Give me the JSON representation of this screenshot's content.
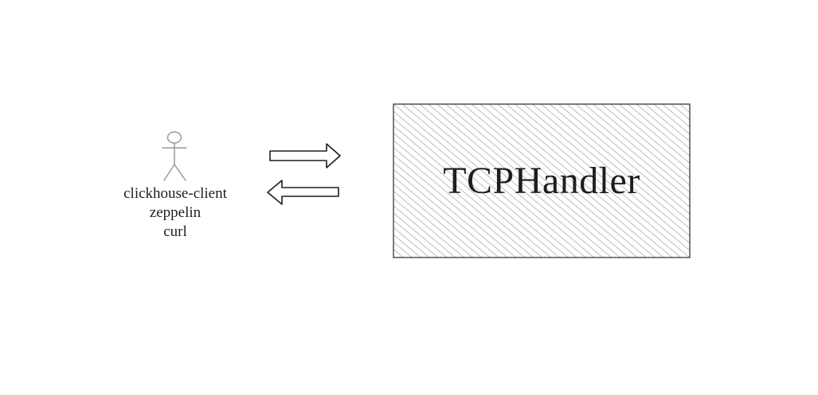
{
  "actor": {
    "icon": "stick-figure-icon",
    "labels": [
      "clickhouse-client",
      "zeppelin",
      "curl"
    ],
    "stroke_color": "#9a9a9a"
  },
  "arrows": {
    "request_icon": "right-arrow-icon",
    "response_icon": "left-arrow-icon",
    "stroke_color": "#1e1e1e"
  },
  "handler": {
    "title": "TCPHandler",
    "fill_pattern": "diagonal-hatch",
    "hatch_color": "#7f8c95",
    "border_color": "#3a4a55"
  }
}
